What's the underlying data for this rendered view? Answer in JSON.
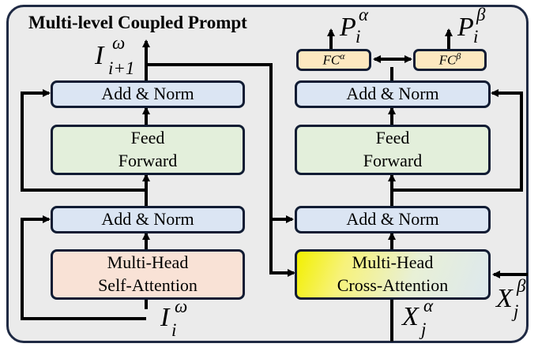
{
  "title": "Multi-level Coupled Prompt",
  "left": {
    "add_norm_top": "Add & Norm",
    "feed_forward": [
      "Feed",
      "Forward"
    ],
    "add_norm_bottom": "Add & Norm",
    "attention": [
      "Multi-Head",
      "Self-Attention"
    ],
    "input": {
      "base": "I",
      "sup": "ω",
      "sub": "i"
    },
    "output": {
      "base": "I",
      "sup": "ω",
      "sub": "i+1"
    }
  },
  "right": {
    "add_norm_top": "Add & Norm",
    "feed_forward": [
      "Feed",
      "Forward"
    ],
    "add_norm_bottom": "Add & Norm",
    "attention": [
      "Multi-Head",
      "Cross-Attention"
    ],
    "input_bottom": {
      "base": "X",
      "sup": "α",
      "sub": "j"
    },
    "input_side": {
      "base": "X",
      "sup": "β",
      "sub": "j"
    },
    "fc_alpha": {
      "base": "FC",
      "sup": "α"
    },
    "fc_beta": {
      "base": "FC",
      "sup": "β"
    },
    "output_alpha": {
      "base": "P",
      "sup": "α",
      "sub": "i"
    },
    "output_beta": {
      "base": "P",
      "sup": "β",
      "sub": "i"
    }
  },
  "colors": {
    "border": "#111c33",
    "add_norm": "#dbe5f3",
    "feed_forward": "#e3efdb",
    "self_attention": "#f9e2d6",
    "fc": "#fde8c0",
    "cross_attention_highlight": "#f2f000",
    "panel": "#ebebeb"
  }
}
